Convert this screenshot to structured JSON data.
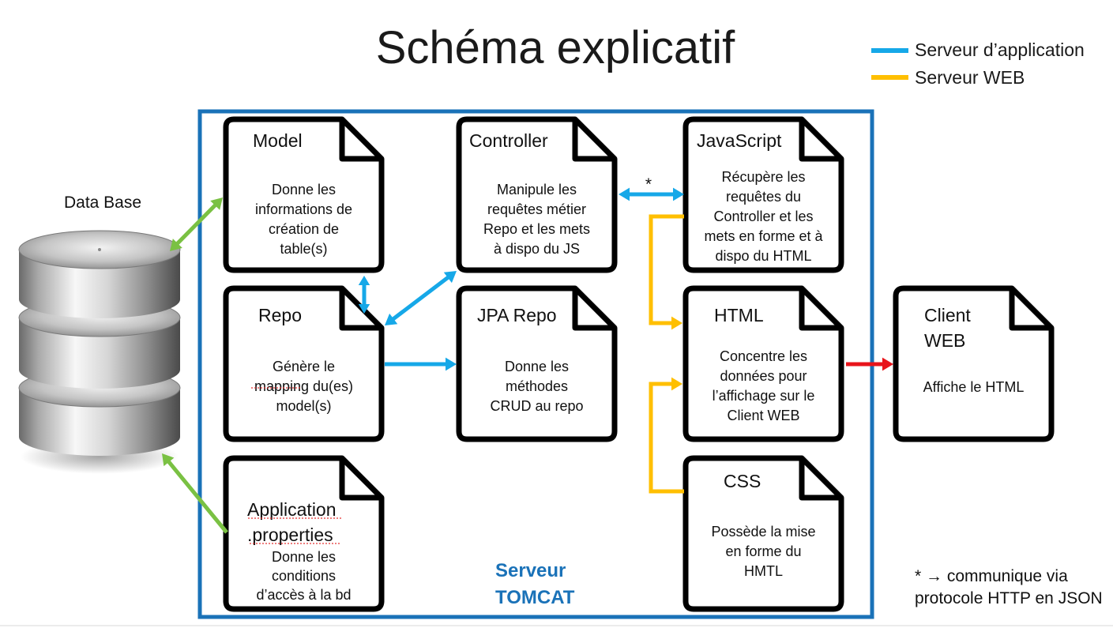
{
  "title": "Schéma explicatif",
  "legend": [
    {
      "label": "Serveur d’application",
      "color": "#16a8e8"
    },
    {
      "label": "Serveur WEB",
      "color": "#ffbf00"
    }
  ],
  "database": {
    "label": "Data Base"
  },
  "server": {
    "label_line1": "Serveur",
    "label_line2": "TOMCAT",
    "border_color": "#1a72b8"
  },
  "documents": {
    "model": {
      "title": [
        "Model"
      ],
      "body": [
        "Donne les",
        "informations de",
        "création de",
        "table(s)"
      ]
    },
    "repo": {
      "title": [
        "Repo"
      ],
      "body": [
        "Génère le",
        "mapping du(es)",
        "model(s)"
      ]
    },
    "application_properties": {
      "title": [
        "Application",
        ".properties"
      ],
      "body": [
        "Donne les",
        "conditions",
        "d’accès à la bd"
      ]
    },
    "controller": {
      "title": [
        "Controller"
      ],
      "body": [
        "Manipule les",
        "requêtes métier",
        "Repo et les mets",
        "à dispo du JS"
      ]
    },
    "jpa_repo": {
      "title": [
        "JPA Repo"
      ],
      "body": [
        "Donne les",
        "méthodes",
        "CRUD au repo"
      ]
    },
    "javascript": {
      "title": [
        "JavaScript"
      ],
      "body": [
        "Récupère les",
        "requêtes du",
        "Controller et les",
        "mets en forme et à",
        "dispo du HTML"
      ]
    },
    "html": {
      "title": [
        "HTML"
      ],
      "body": [
        "Concentre les",
        "données pour",
        "l’affichage sur le",
        "Client WEB"
      ]
    },
    "css": {
      "title": [
        "CSS"
      ],
      "body": [
        "Possède la mise",
        "en forme du",
        "HMTL"
      ]
    },
    "client_web": {
      "title": [
        "Client",
        "WEB"
      ],
      "body": [
        "Affiche le HTML"
      ]
    }
  },
  "annotations": {
    "asterisk": "*",
    "note_line1": "* → communique via",
    "note_line2": "protocole HTTP en JSON"
  },
  "arrow_colors": {
    "database": "#7ac143",
    "app_server": "#16a8e8",
    "web_server": "#ffbf00",
    "client": "#e8141b"
  }
}
